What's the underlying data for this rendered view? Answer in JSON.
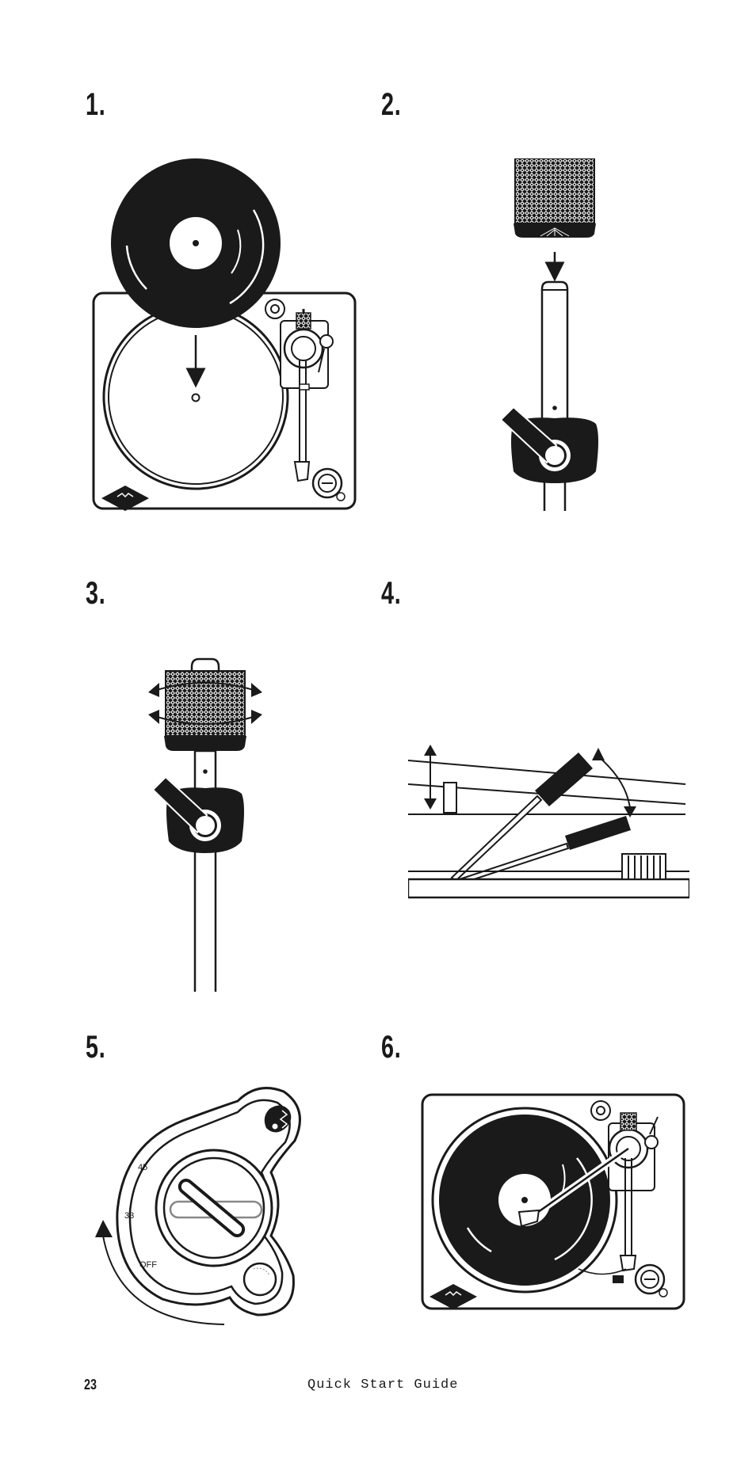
{
  "steps": [
    {
      "number": "1."
    },
    {
      "number": "2."
    },
    {
      "number": "3."
    },
    {
      "number": "4."
    },
    {
      "number": "5."
    },
    {
      "number": "6."
    }
  ],
  "speed_selector": {
    "labels": [
      "45",
      "33",
      "OFF"
    ]
  },
  "footer": {
    "page_number": "23",
    "title": "Quick Start Guide"
  },
  "colors": {
    "ink": "#1a1a1a",
    "paper": "#ffffff",
    "muted": "#888888"
  }
}
